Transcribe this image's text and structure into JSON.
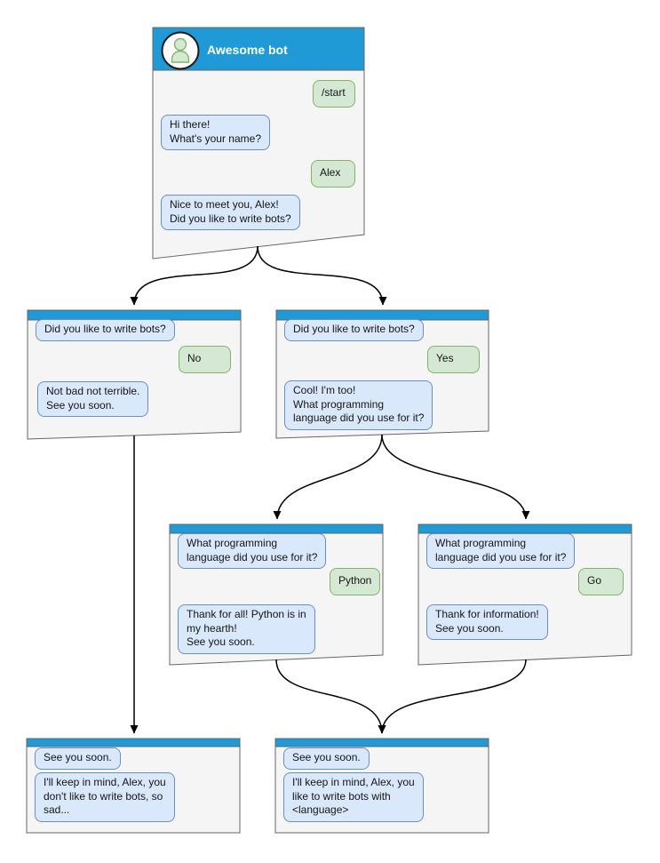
{
  "colors": {
    "titlebar_blue": "#1f9ad7",
    "window_bg": "#f5f5f5",
    "window_border": "#666666",
    "bot_bubble_bg": "#dae8fc",
    "bot_bubble_border": "#6c8ebf",
    "user_bubble_bg": "#d5e8d4",
    "user_bubble_border": "#82b366",
    "arrow": "#000000",
    "title_text": "#ffffff"
  },
  "windows": [
    {
      "name": "awesome-bot",
      "title": "Awesome bot",
      "messages": [
        {
          "from": "user",
          "text": "/start"
        },
        {
          "from": "bot",
          "text": "Hi there!\nWhat's your name?"
        },
        {
          "from": "user",
          "text": "Alex"
        },
        {
          "from": "bot",
          "text": "Nice to meet you, Alex!\nDid you like to write bots?"
        }
      ]
    },
    {
      "name": "branch-no",
      "messages": [
        {
          "from": "bot",
          "text": "Did you like to write bots?"
        },
        {
          "from": "user",
          "text": "No"
        },
        {
          "from": "bot",
          "text": "Not bad not terrible.\nSee you soon."
        }
      ]
    },
    {
      "name": "branch-yes",
      "messages": [
        {
          "from": "bot",
          "text": "Did you like to write bots?"
        },
        {
          "from": "user",
          "text": "Yes"
        },
        {
          "from": "bot",
          "text": "Cool! I'm too!\nWhat programming\nlanguage did you use for it?"
        }
      ]
    },
    {
      "name": "branch-python",
      "messages": [
        {
          "from": "bot",
          "text": "What programming\nlanguage did you use for it?"
        },
        {
          "from": "user",
          "text": "Python"
        },
        {
          "from": "bot",
          "text": "Thank for all! Python is in\nmy hearth!\nSee you soon."
        }
      ]
    },
    {
      "name": "branch-go",
      "messages": [
        {
          "from": "bot",
          "text": "What programming\nlanguage did you use for it?"
        },
        {
          "from": "user",
          "text": "Go"
        },
        {
          "from": "bot",
          "text": "Thank for information!\nSee you soon."
        }
      ]
    },
    {
      "name": "end-no",
      "messages": [
        {
          "from": "bot",
          "text": "See you soon."
        },
        {
          "from": "bot",
          "text": "I'll keep in mind, Alex, you\ndon't like to write bots, so\nsad..."
        }
      ]
    },
    {
      "name": "end-language",
      "messages": [
        {
          "from": "bot",
          "text": "See you soon."
        },
        {
          "from": "bot",
          "text": "I'll keep in mind, Alex, you\nlike to write bots with\n<language>"
        }
      ]
    }
  ],
  "edges": [
    {
      "from": "awesome-bot",
      "to": "branch-no"
    },
    {
      "from": "awesome-bot",
      "to": "branch-yes"
    },
    {
      "from": "branch-no",
      "to": "end-no"
    },
    {
      "from": "branch-yes",
      "to": "branch-python"
    },
    {
      "from": "branch-yes",
      "to": "branch-go"
    },
    {
      "from": "branch-python",
      "to": "end-language"
    },
    {
      "from": "branch-go",
      "to": "end-language"
    }
  ]
}
